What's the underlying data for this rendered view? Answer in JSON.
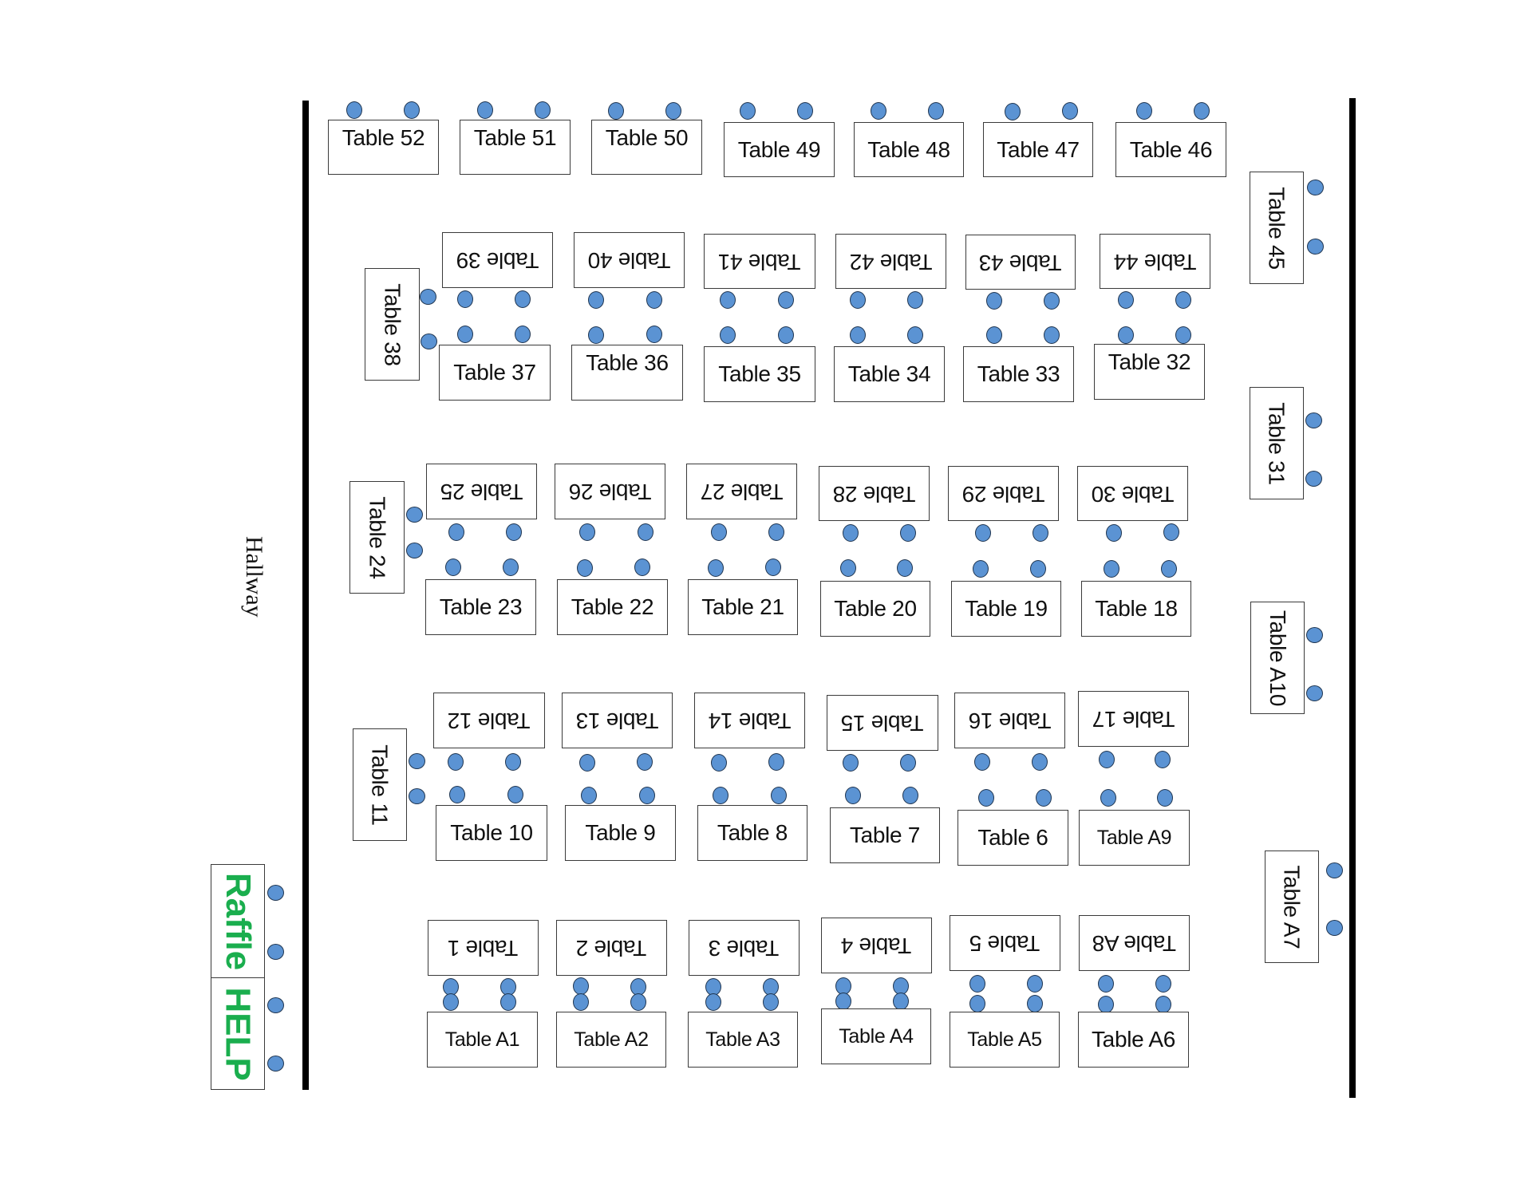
{
  "title": "Event floor plan",
  "colors": {
    "wall": "#000000",
    "table_border": "#3a3a3a",
    "chair_fill": "#5b93d3",
    "chair_border": "#1f3550",
    "accent_green": "#1aae4e"
  },
  "hallway_label": "Hallway",
  "raffle": {
    "raffle_label": "Raffle",
    "help_label": "HELP",
    "chair_count": 4
  },
  "rows": [
    {
      "name": "back-row",
      "tables": [
        {
          "label": "Table 52",
          "orientation": "upright",
          "chairs": 2
        },
        {
          "label": "Table 51",
          "orientation": "upright",
          "chairs": 2
        },
        {
          "label": "Table 50",
          "orientation": "upright",
          "chairs": 2
        },
        {
          "label": "Table 49",
          "orientation": "upright",
          "chairs": 2
        },
        {
          "label": "Table 48",
          "orientation": "upright",
          "chairs": 2
        },
        {
          "label": "Table 47",
          "orientation": "upright",
          "chairs": 2
        },
        {
          "label": "Table 46",
          "orientation": "upright",
          "chairs": 2
        }
      ]
    },
    {
      "name": "row-2-top",
      "tables": [
        {
          "label": "Table 39",
          "orientation": "inverted",
          "chairs": 2
        },
        {
          "label": "Table 40",
          "orientation": "inverted",
          "chairs": 2
        },
        {
          "label": "Table 41",
          "orientation": "inverted",
          "chairs": 2
        },
        {
          "label": "Table 42",
          "orientation": "inverted",
          "chairs": 2
        },
        {
          "label": "Table 43",
          "orientation": "inverted",
          "chairs": 2
        },
        {
          "label": "Table 44",
          "orientation": "inverted",
          "chairs": 2
        }
      ]
    },
    {
      "name": "row-2-bottom",
      "tables": [
        {
          "label": "Table 37",
          "orientation": "upright",
          "chairs": 2
        },
        {
          "label": "Table 36",
          "orientation": "upright",
          "chairs": 2
        },
        {
          "label": "Table 35",
          "orientation": "upright",
          "chairs": 2
        },
        {
          "label": "Table 34",
          "orientation": "upright",
          "chairs": 2
        },
        {
          "label": "Table 33",
          "orientation": "upright",
          "chairs": 2
        },
        {
          "label": "Table 32",
          "orientation": "upright",
          "chairs": 2
        }
      ]
    },
    {
      "name": "row-3-top",
      "tables": [
        {
          "label": "Table 25",
          "orientation": "inverted",
          "chairs": 2
        },
        {
          "label": "Table 26",
          "orientation": "inverted",
          "chairs": 2
        },
        {
          "label": "Table 27",
          "orientation": "inverted",
          "chairs": 2
        },
        {
          "label": "Table 28",
          "orientation": "inverted",
          "chairs": 2
        },
        {
          "label": "Table 29",
          "orientation": "inverted",
          "chairs": 2
        },
        {
          "label": "Table 30",
          "orientation": "inverted",
          "chairs": 2
        }
      ]
    },
    {
      "name": "row-3-bottom",
      "tables": [
        {
          "label": "Table 23",
          "orientation": "upright",
          "chairs": 2
        },
        {
          "label": "Table 22",
          "orientation": "upright",
          "chairs": 2
        },
        {
          "label": "Table 21",
          "orientation": "upright",
          "chairs": 2
        },
        {
          "label": "Table 20",
          "orientation": "upright",
          "chairs": 2
        },
        {
          "label": "Table 19",
          "orientation": "upright",
          "chairs": 2
        },
        {
          "label": "Table 18",
          "orientation": "upright",
          "chairs": 2
        }
      ]
    },
    {
      "name": "row-4-top",
      "tables": [
        {
          "label": "Table 12",
          "orientation": "inverted",
          "chairs": 2
        },
        {
          "label": "Table 13",
          "orientation": "inverted",
          "chairs": 2
        },
        {
          "label": "Table 14",
          "orientation": "inverted",
          "chairs": 2
        },
        {
          "label": "Table 15",
          "orientation": "inverted",
          "chairs": 2
        },
        {
          "label": "Table 16",
          "orientation": "inverted",
          "chairs": 2
        },
        {
          "label": "Table 17",
          "orientation": "inverted",
          "chairs": 2
        }
      ]
    },
    {
      "name": "row-4-bottom",
      "tables": [
        {
          "label": "Table 10",
          "orientation": "upright",
          "chairs": 2
        },
        {
          "label": "Table 9",
          "orientation": "upright",
          "chairs": 2
        },
        {
          "label": "Table 8",
          "orientation": "upright",
          "chairs": 2
        },
        {
          "label": "Table 7",
          "orientation": "upright",
          "chairs": 2
        },
        {
          "label": "Table 6",
          "orientation": "upright",
          "chairs": 2
        },
        {
          "label": "Table A9",
          "orientation": "upright",
          "chairs": 2
        }
      ]
    },
    {
      "name": "row-5-top",
      "tables": [
        {
          "label": "Table 1",
          "orientation": "inverted",
          "chairs": 2
        },
        {
          "label": "Table 2",
          "orientation": "inverted",
          "chairs": 2
        },
        {
          "label": "Table 3",
          "orientation": "inverted",
          "chairs": 2
        },
        {
          "label": "Table 4",
          "orientation": "inverted",
          "chairs": 2
        },
        {
          "label": "Table 5",
          "orientation": "inverted",
          "chairs": 2
        },
        {
          "label": "Table A8",
          "orientation": "inverted",
          "chairs": 2
        }
      ]
    },
    {
      "name": "row-5-bottom",
      "tables": [
        {
          "label": "Table A1",
          "orientation": "upright",
          "chairs": 2
        },
        {
          "label": "Table A2",
          "orientation": "upright",
          "chairs": 2
        },
        {
          "label": "Table A3",
          "orientation": "upright",
          "chairs": 2
        },
        {
          "label": "Table A4",
          "orientation": "upright",
          "chairs": 2
        },
        {
          "label": "Table A5",
          "orientation": "upright",
          "chairs": 2
        },
        {
          "label": "Table A6",
          "orientation": "upright",
          "chairs": 2
        }
      ]
    }
  ],
  "end_tables_left": [
    {
      "label": "Table 38",
      "orientation": "vertical",
      "chairs": 2
    },
    {
      "label": "Table 24",
      "orientation": "vertical",
      "chairs": 2
    },
    {
      "label": "Table 11",
      "orientation": "vertical",
      "chairs": 2
    }
  ],
  "end_tables_right": [
    {
      "label": "Table 45",
      "orientation": "vertical",
      "chairs": 2
    },
    {
      "label": "Table 31",
      "orientation": "vertical",
      "chairs": 2
    },
    {
      "label": "Table A10",
      "orientation": "vertical",
      "chairs": 2
    },
    {
      "label": "Table A7",
      "orientation": "vertical",
      "chairs": 2
    }
  ]
}
